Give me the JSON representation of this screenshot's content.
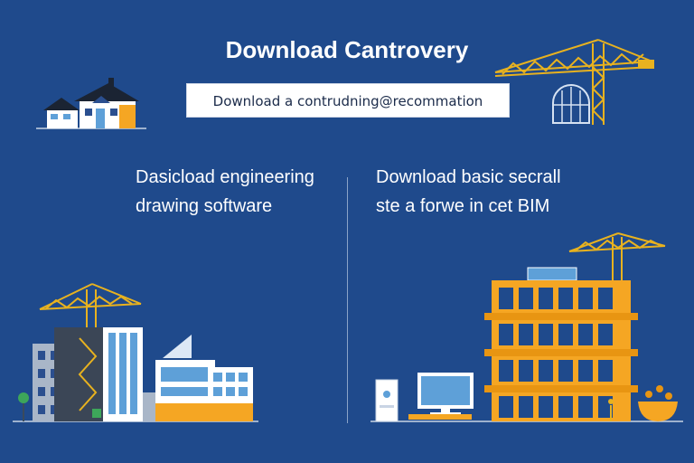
{
  "header": {
    "title": "Download Cantrovery",
    "search_value": "Download a contrudning@recommation"
  },
  "left_column": {
    "line1": "Dasicload engineering",
    "line2": "drawing software"
  },
  "right_column": {
    "line1": "Download basic secrall",
    "line2": "ste a forwe in cet BIM"
  },
  "colors": {
    "background": "#1f4a8c",
    "accent": "#f5a623",
    "crane": "#e8b21f",
    "text": "#ffffff"
  }
}
